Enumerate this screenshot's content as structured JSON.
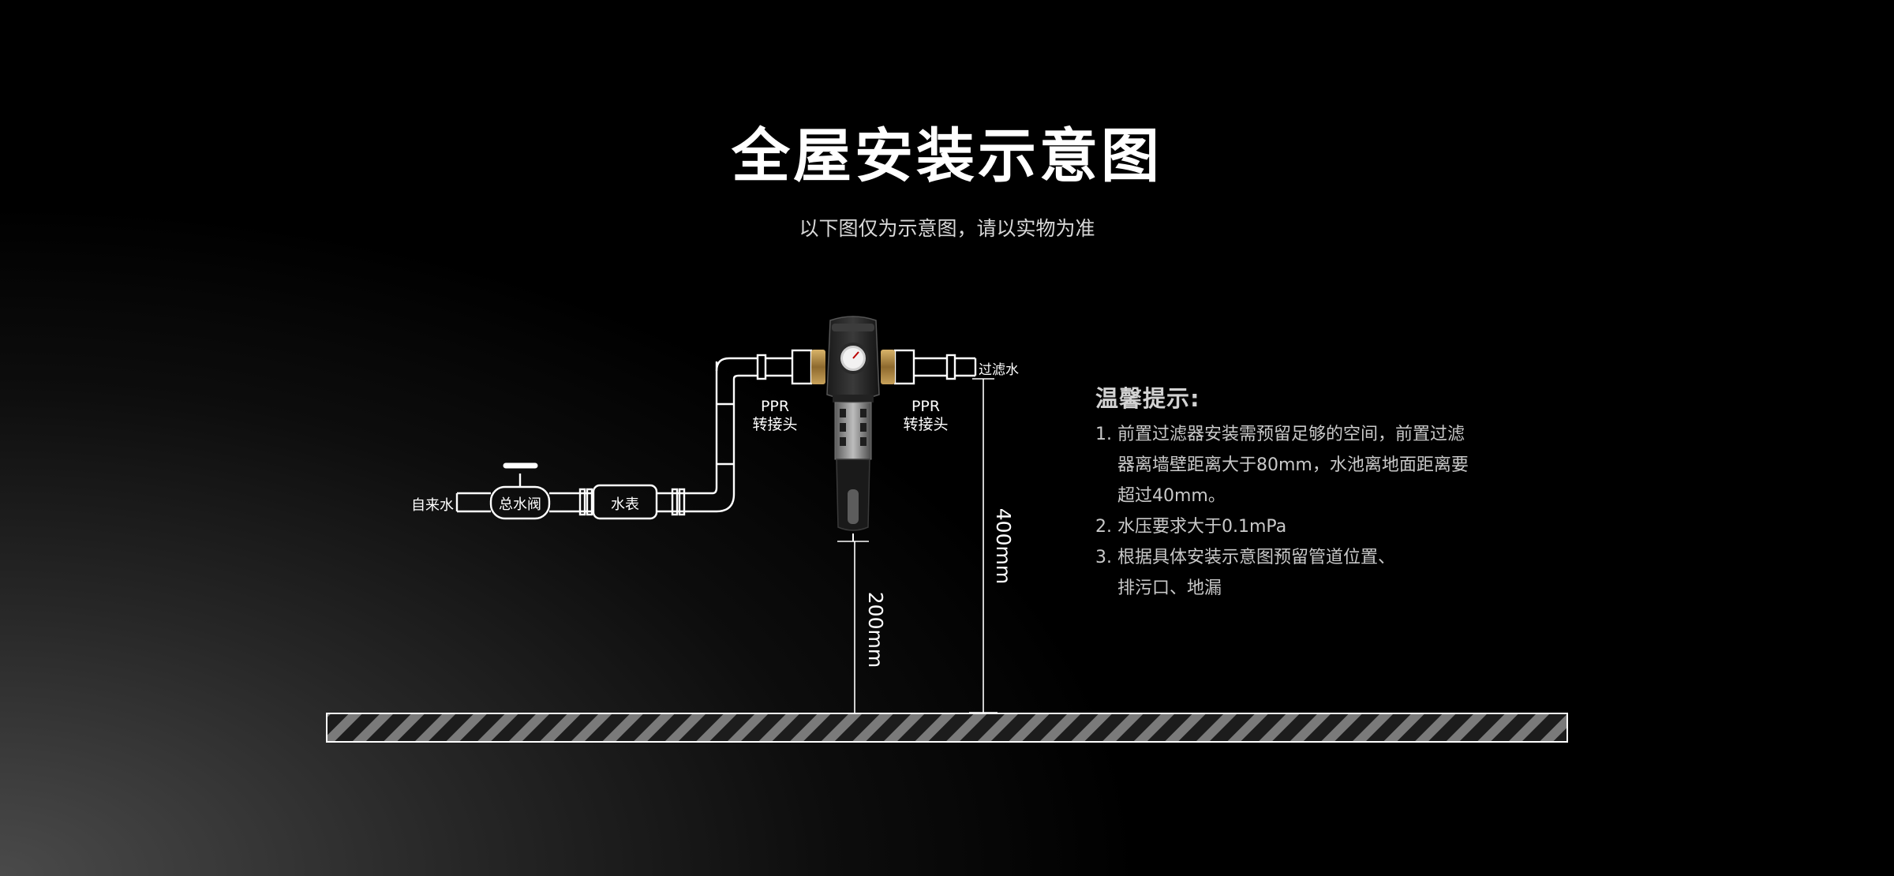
{
  "header": {
    "title": "全屋安装示意图",
    "subtitle": "以下图仅为示意图，请以实物为准"
  },
  "diagram": {
    "labels": {
      "tap_water": "自来水",
      "main_valve": "总水阀",
      "water_meter": "水表",
      "ppr_left": [
        "PPR",
        "转接头"
      ],
      "ppr_right": [
        "PPR",
        "转接头"
      ],
      "filtered_water": "过滤水"
    },
    "dimensions": {
      "filter_to_floor": "200mm",
      "outlet_to_floor": "400mm"
    }
  },
  "tips": {
    "title": "温馨提示:",
    "items": [
      {
        "num": "1.",
        "lines": [
          "前置过滤器安装需预留足够的空间，前置过滤",
          "器离墙壁距离大于80mm，水池离地面距离要",
          "超过40mm。"
        ]
      },
      {
        "num": "2.",
        "lines": [
          "水压要求大于0.1mPa"
        ]
      },
      {
        "num": "3.",
        "lines": [
          "根据具体安装示意图预留管道位置、",
          "排污口、地漏"
        ]
      }
    ]
  },
  "colors": {
    "background": "#000000",
    "line": "#ffffff",
    "text_muted": "#c9c9c9",
    "brass": "#b08a4a"
  }
}
